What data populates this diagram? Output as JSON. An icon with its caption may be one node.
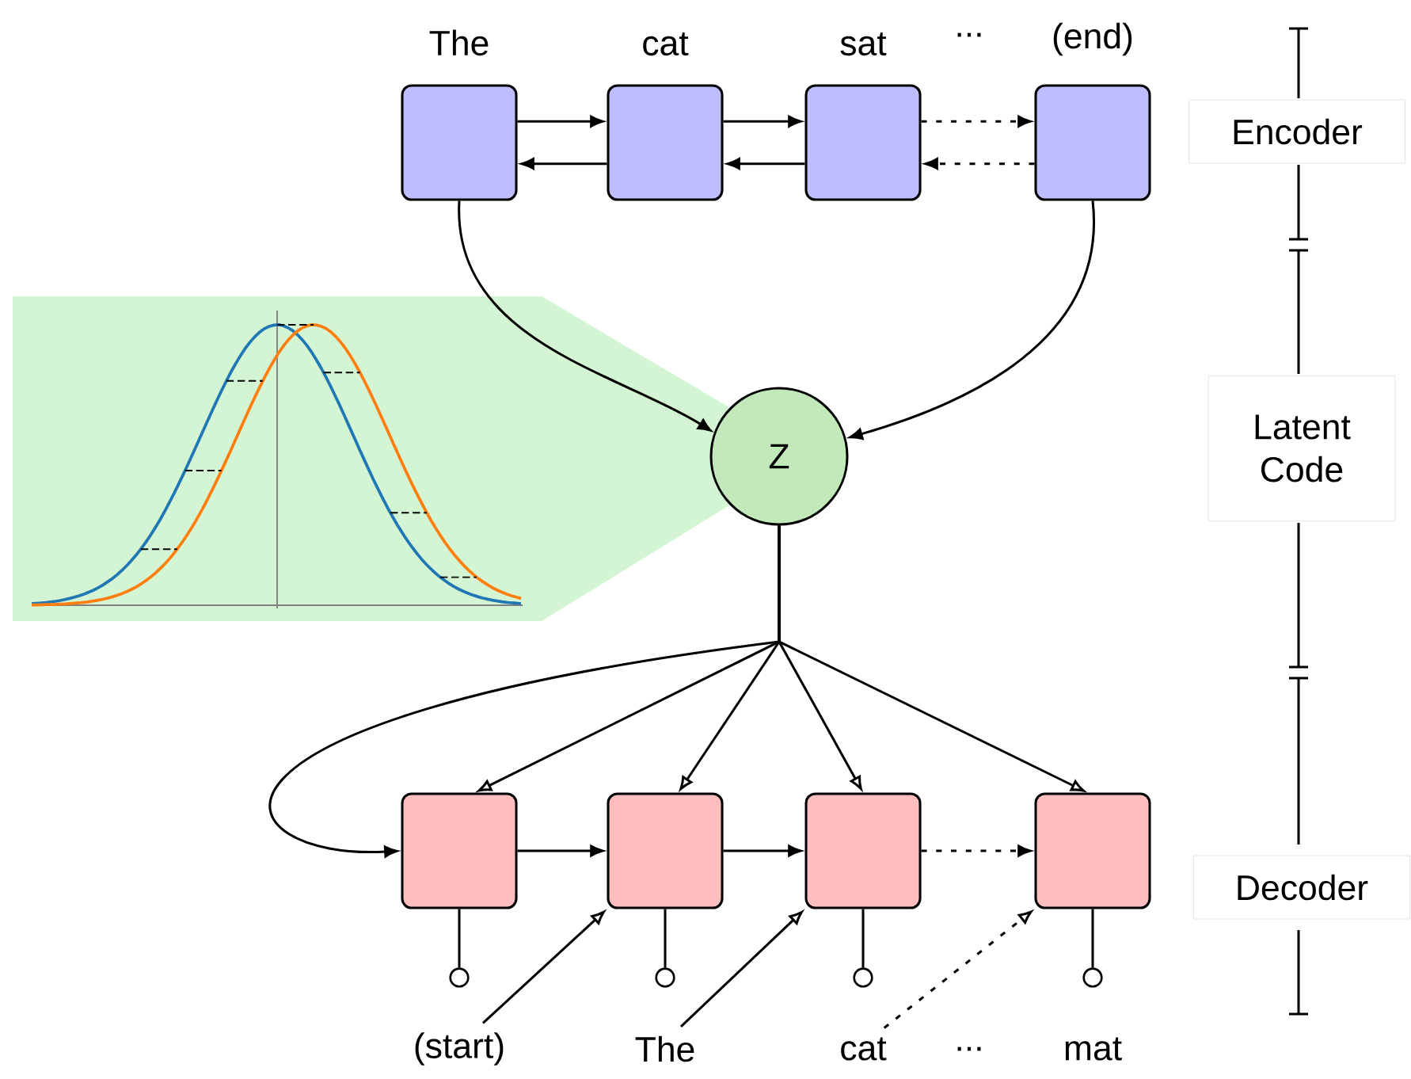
{
  "diagram": {
    "nodes": [
      {
        "text": [],
        "shape": "box",
        "beside": [
          "The"
        ]
      },
      {
        "text": [],
        "shape": "box",
        "beside": [
          "cat"
        ]
      },
      {
        "text": [],
        "shape": "box",
        "beside": [
          "sat"
        ]
      },
      {
        "text": [],
        "shape": "box",
        "beside": [
          "(end)"
        ]
      },
      {
        "text": [
          "Z"
        ]
      },
      {
        "text": [],
        "shape": "box"
      },
      {
        "text": [],
        "shape": "box"
      },
      {
        "text": [],
        "shape": "box"
      },
      {
        "text": [],
        "shape": "box"
      },
      {
        "text": [],
        "shape": "circle"
      },
      {
        "text": [],
        "shape": "circle"
      },
      {
        "text": [],
        "shape": "circle"
      },
      {
        "text": [],
        "shape": "circle"
      },
      {
        "text": [
          "(start)"
        ]
      },
      {
        "text": [
          "The"
        ]
      },
      {
        "text": [
          "cat"
        ]
      },
      {
        "text": [
          "Encoder"
        ]
      },
      {
        "text": [
          "Latent Code"
        ]
      },
      {
        "text": [
          "Decoder"
        ]
      }
    ],
    "edges": [
      {
        "from": 0,
        "to": 1,
        "arrow": "to"
      },
      {
        "from": 1,
        "to": 2,
        "arrow": "to"
      },
      {
        "from": 2,
        "to": 3,
        "arrow": "to",
        "style": "dashed"
      },
      {
        "from": 1,
        "to": 0,
        "arrow": "to"
      },
      {
        "from": 2,
        "to": 1,
        "arrow": "to"
      },
      {
        "from": 3,
        "to": 2,
        "arrow": "to",
        "style": "dashed"
      },
      {
        "from": 0,
        "to": 4,
        "arrow": "to"
      },
      {
        "from": 3,
        "to": 4,
        "arrow": "to"
      },
      {
        "from": 4,
        "to": 5,
        "arrow": "to"
      },
      {
        "from": 4,
        "to": 5,
        "arrow": "to"
      },
      {
        "from": 4,
        "to": 6,
        "arrow": "to"
      },
      {
        "from": 4,
        "to": 7,
        "arrow": "to"
      },
      {
        "from": 4,
        "to": 8,
        "arrow": "to"
      },
      {
        "from": 5,
        "to": 6,
        "arrow": "to"
      },
      {
        "from": 6,
        "to": 7,
        "arrow": "to"
      },
      {
        "from": 7,
        "to": 8,
        "arrow": "to",
        "style": "dashed"
      },
      {
        "from": 5,
        "to": 9,
        "arrow": "none"
      },
      {
        "from": 6,
        "to": 10,
        "arrow": "none"
      },
      {
        "from": 7,
        "to": 11,
        "arrow": "none"
      },
      {
        "from": 8,
        "to": 12,
        "arrow": "none"
      },
      {
        "from": 13,
        "to": 6,
        "arrow": "to"
      },
      {
        "from": 14,
        "to": 7,
        "arrow": "to"
      },
      {
        "from": 15,
        "to": 8,
        "arrow": "to",
        "style": "dashed"
      }
    ],
    "labels": [
      "...",
      "...",
      "mat"
    ]
  }
}
